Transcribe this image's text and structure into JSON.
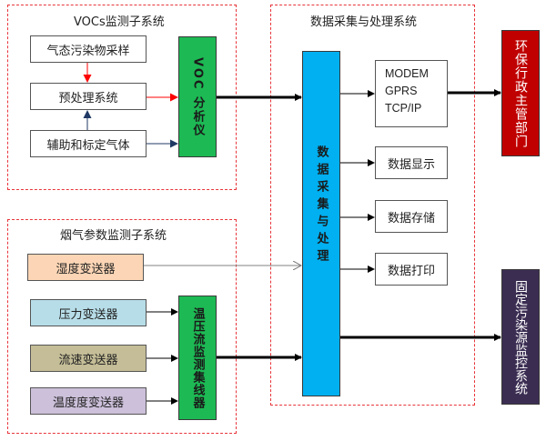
{
  "groups": {
    "voc_subsystem": {
      "title": "VOCs监测子系统"
    },
    "flue_subsystem": {
      "title": "烟气参数监测子系统"
    },
    "data_system": {
      "title": "数据采集与处理系统"
    }
  },
  "voc": {
    "sampling": "气态污染物采样",
    "pretreatment": "预处理系统",
    "calibration_gas": "辅助和标定气体",
    "analyzer": "VOC 分析仪"
  },
  "flue": {
    "humidity": "湿度变送器",
    "pressure": "压力变送器",
    "flow": "流速变送器",
    "temperature": "温度度变送器",
    "concentrator": "温压流监测集线器"
  },
  "data": {
    "core": "数据采集与处理",
    "comm_lines": [
      "MODEM",
      "GPRS",
      "TCP/IP"
    ],
    "display": "数据显示",
    "storage": "数据存储",
    "print": "数据打印"
  },
  "outputs": {
    "epa": "环保行政主管部门",
    "monitoring": "固定污染源监控系统"
  },
  "colors": {
    "group_border": "#e8353a",
    "voc_analyzer": "#1db954",
    "concentrator": "#1db954",
    "core": "#00b0f0",
    "epa": "#c00000",
    "monitoring": "#3b2d52",
    "humidity": "#fbd5b5",
    "pressure": "#b7dde8",
    "flow": "#c4bd97",
    "temperature": "#ccc0da",
    "red_arrow": "#ff0000",
    "navy_arrow": "#1f3864"
  }
}
